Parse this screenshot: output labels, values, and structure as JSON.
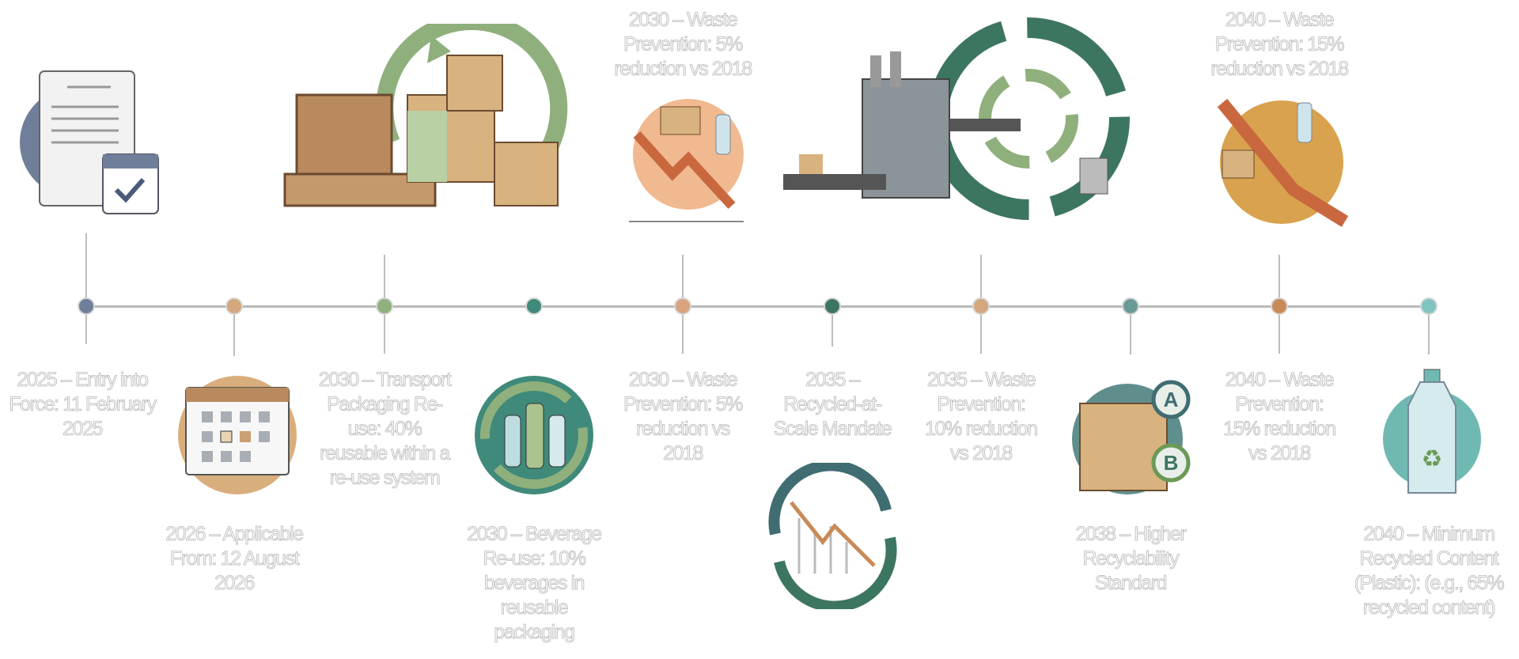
{
  "milestones": [
    {
      "label": "2025 – Entry into Force: 11 February 2025",
      "color": "#6f7f99"
    },
    {
      "label": "2026 – Applicable From: 12 August 2026",
      "color": "#d4a77c"
    },
    {
      "label": "2030 – Transport Packaging Re-use: 40% reusable within a re-use system",
      "color": "#8fb07c"
    },
    {
      "label": "2030 – Beverage Re-use: 10% beverages in reusable packaging",
      "color": "#3f8a7a"
    },
    {
      "label": "2030 – Waste Prevention: 5% reduction vs 2018",
      "color": "#d9a47d"
    },
    {
      "label": "2035 – Recycled-at-Scale Mandate",
      "color": "#3d7660"
    },
    {
      "label": "2035 – Waste Prevention: 10% reduction vs 2018",
      "color": "#d4a77c"
    },
    {
      "label": "2038 – Higher Recyclability Standard",
      "color": "#6a9a96"
    },
    {
      "label": "2040 – Waste Prevention: 15% reduction vs 2018",
      "color": "#c98a57"
    },
    {
      "label": "2040 – Minimum Recycled Content (Plastic): (e.g., 65% recycled content)",
      "color": "#7fc4c0"
    }
  ],
  "top_labels": [
    "2030 – Waste Prevention: 5% reduction vs 2018",
    "2040 – Waste Prevention: 15% reduction vs 2018"
  ]
}
